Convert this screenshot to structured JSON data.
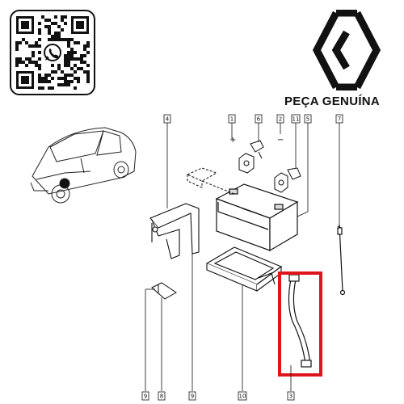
{
  "brand": {
    "tagline": "PEÇA GENUÍNA",
    "logo_icon": "renault-diamond-logo",
    "qr_icon": "whatsapp-qr-code",
    "qr_center_icon": "whatsapp-icon"
  },
  "diagram": {
    "callouts": [
      {
        "id": "c1",
        "label": "1"
      },
      {
        "id": "c6",
        "label": "6"
      },
      {
        "id": "c2",
        "label": "2"
      },
      {
        "id": "c11",
        "label": "11"
      },
      {
        "id": "c5",
        "label": "5"
      },
      {
        "id": "c7",
        "label": "7"
      },
      {
        "id": "c4",
        "label": "4"
      },
      {
        "id": "c9a",
        "label": "9"
      },
      {
        "id": "c8",
        "label": "8"
      },
      {
        "id": "c9b",
        "label": "9"
      },
      {
        "id": "c10",
        "label": "10"
      },
      {
        "id": "c3",
        "label": "3"
      }
    ],
    "highlight_color": "#e0151b",
    "line_color": "#111111",
    "plus_symbol": "+",
    "minus_symbol": "−"
  }
}
